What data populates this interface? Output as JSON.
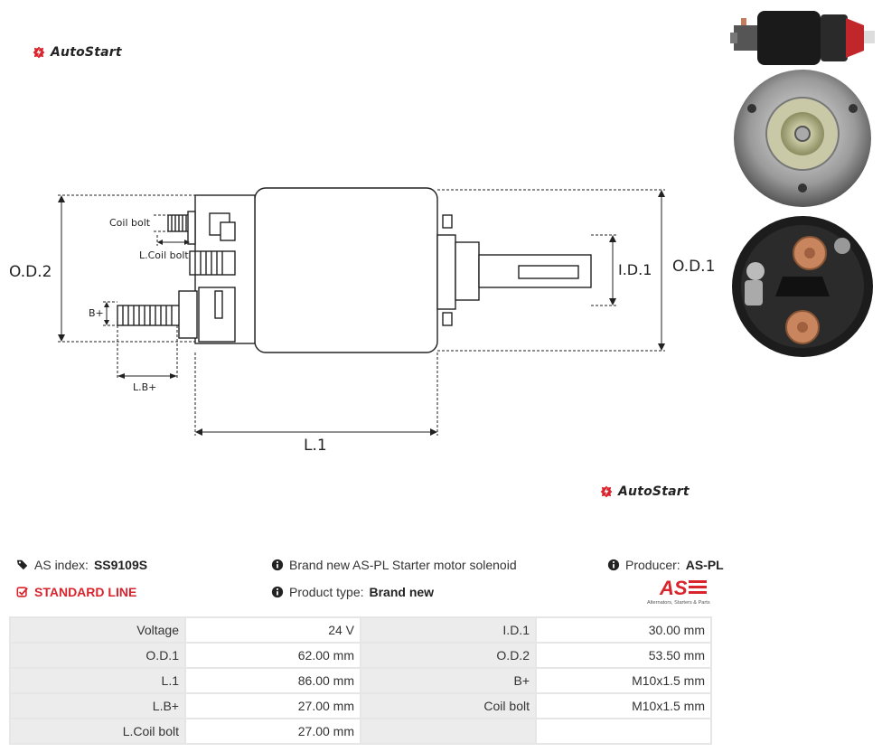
{
  "brand": {
    "name": "AutoStart"
  },
  "diagram": {
    "labels": {
      "od2": "O.D.2",
      "od1": "O.D.1",
      "id1": "I.D.1",
      "l1": "L.1",
      "lb": "L.B+",
      "b_plus": "B+",
      "coil_bolt": "Coil bolt",
      "l_coil_bolt": "L.Coil bolt"
    }
  },
  "info": {
    "as_index_label": "AS index:",
    "as_index_value": "SS9109S",
    "description": "Brand new AS-PL Starter motor solenoid",
    "producer_label": "Producer:",
    "producer_value": "AS-PL",
    "standard_line": "STANDARD LINE",
    "product_type_label": "Product type:",
    "product_type_value": "Brand new",
    "as_logo_text": "AS",
    "as_logo_tagline": "Alternators, Starters & Parts"
  },
  "specs": [
    [
      "Voltage",
      "24 V",
      "I.D.1",
      "30.00 mm"
    ],
    [
      "O.D.1",
      "62.00 mm",
      "O.D.2",
      "53.50 mm"
    ],
    [
      "L.1",
      "86.00 mm",
      "B+",
      "M10x1.5 mm"
    ],
    [
      "L.B+",
      "27.00 mm",
      "Coil bolt",
      "M10x1.5 mm"
    ],
    [
      "L.Coil bolt",
      "27.00 mm",
      "",
      ""
    ]
  ],
  "colors": {
    "accent_red": "#d9232d",
    "text": "#333333",
    "table_key_bg": "#ececec",
    "table_border": "#e6e6e6"
  }
}
